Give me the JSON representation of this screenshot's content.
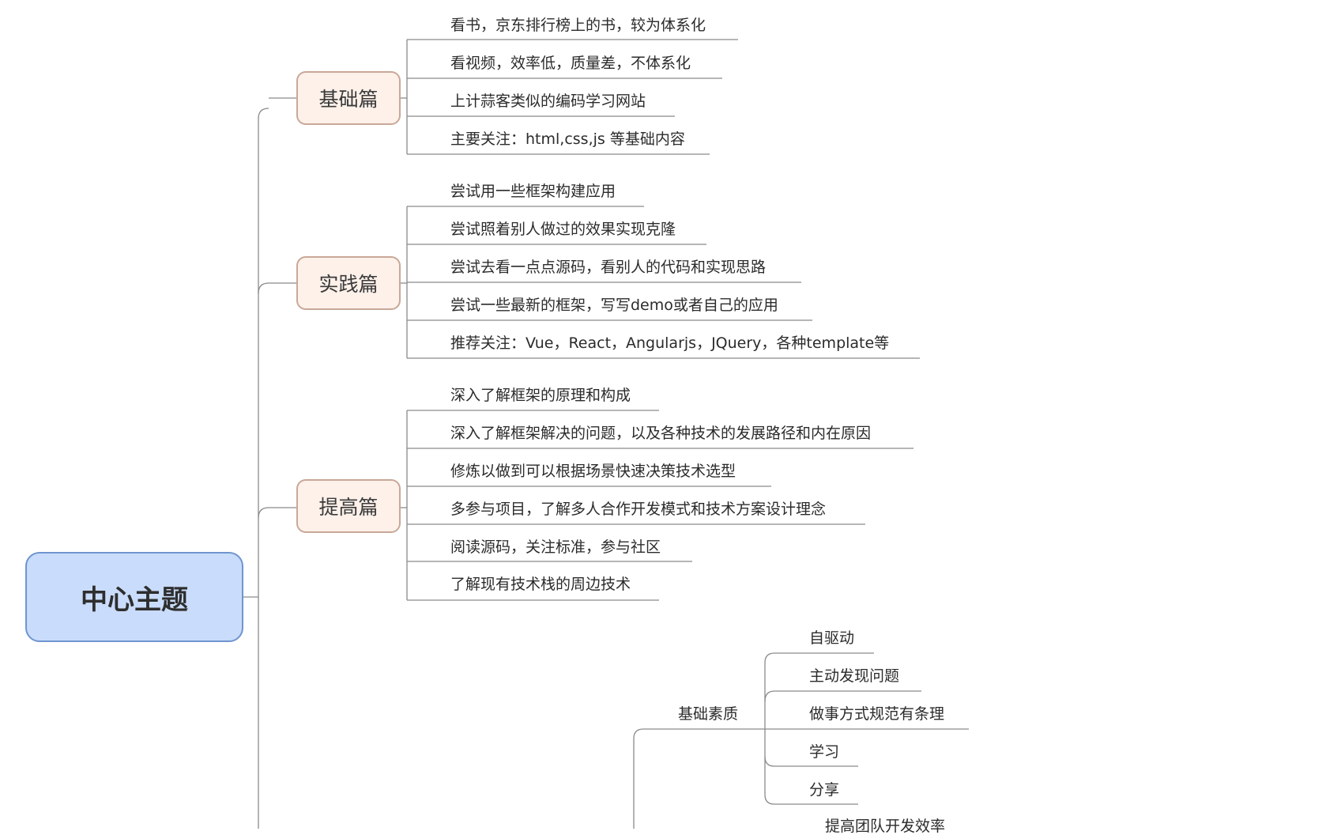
{
  "center": {
    "label": "中心主题"
  },
  "branches": [
    {
      "label": "基础篇",
      "items": [
        "看书，京东排行榜上的书，较为体系化",
        "看视频，效率低，质量差，不体系化",
        "上计蒜客类似的编码学习网站",
        "主要关注：html,css,js 等基础内容"
      ]
    },
    {
      "label": "实践篇",
      "items": [
        "尝试用一些框架构建应用",
        "尝试照着别人做过的效果实现克隆",
        "尝试去看一点点源码，看别人的代码和实现思路",
        "尝试一些最新的框架，写写demo或者自己的应用",
        "推荐关注：Vue，React，Angularjs，JQuery，各种template等"
      ]
    },
    {
      "label": "提高篇",
      "items": [
        "深入了解框架的原理和构成",
        "深入了解框架解决的问题，以及各种技术的发展路径和内在原因",
        "修炼以做到可以根据场景快速决策技术选型",
        "多参与项目，了解多人合作开发模式和技术方案设计理念",
        "阅读源码，关注标准，参与社区",
        "了解现有技术栈的周边技术"
      ]
    }
  ],
  "fourth_branch": {
    "sub": {
      "label": "基础素质",
      "items": [
        "自驱动",
        "主动发现问题",
        "做事方式规范有条理",
        "学习",
        "分享"
      ]
    },
    "partial_label": "提高团队开发效率"
  }
}
